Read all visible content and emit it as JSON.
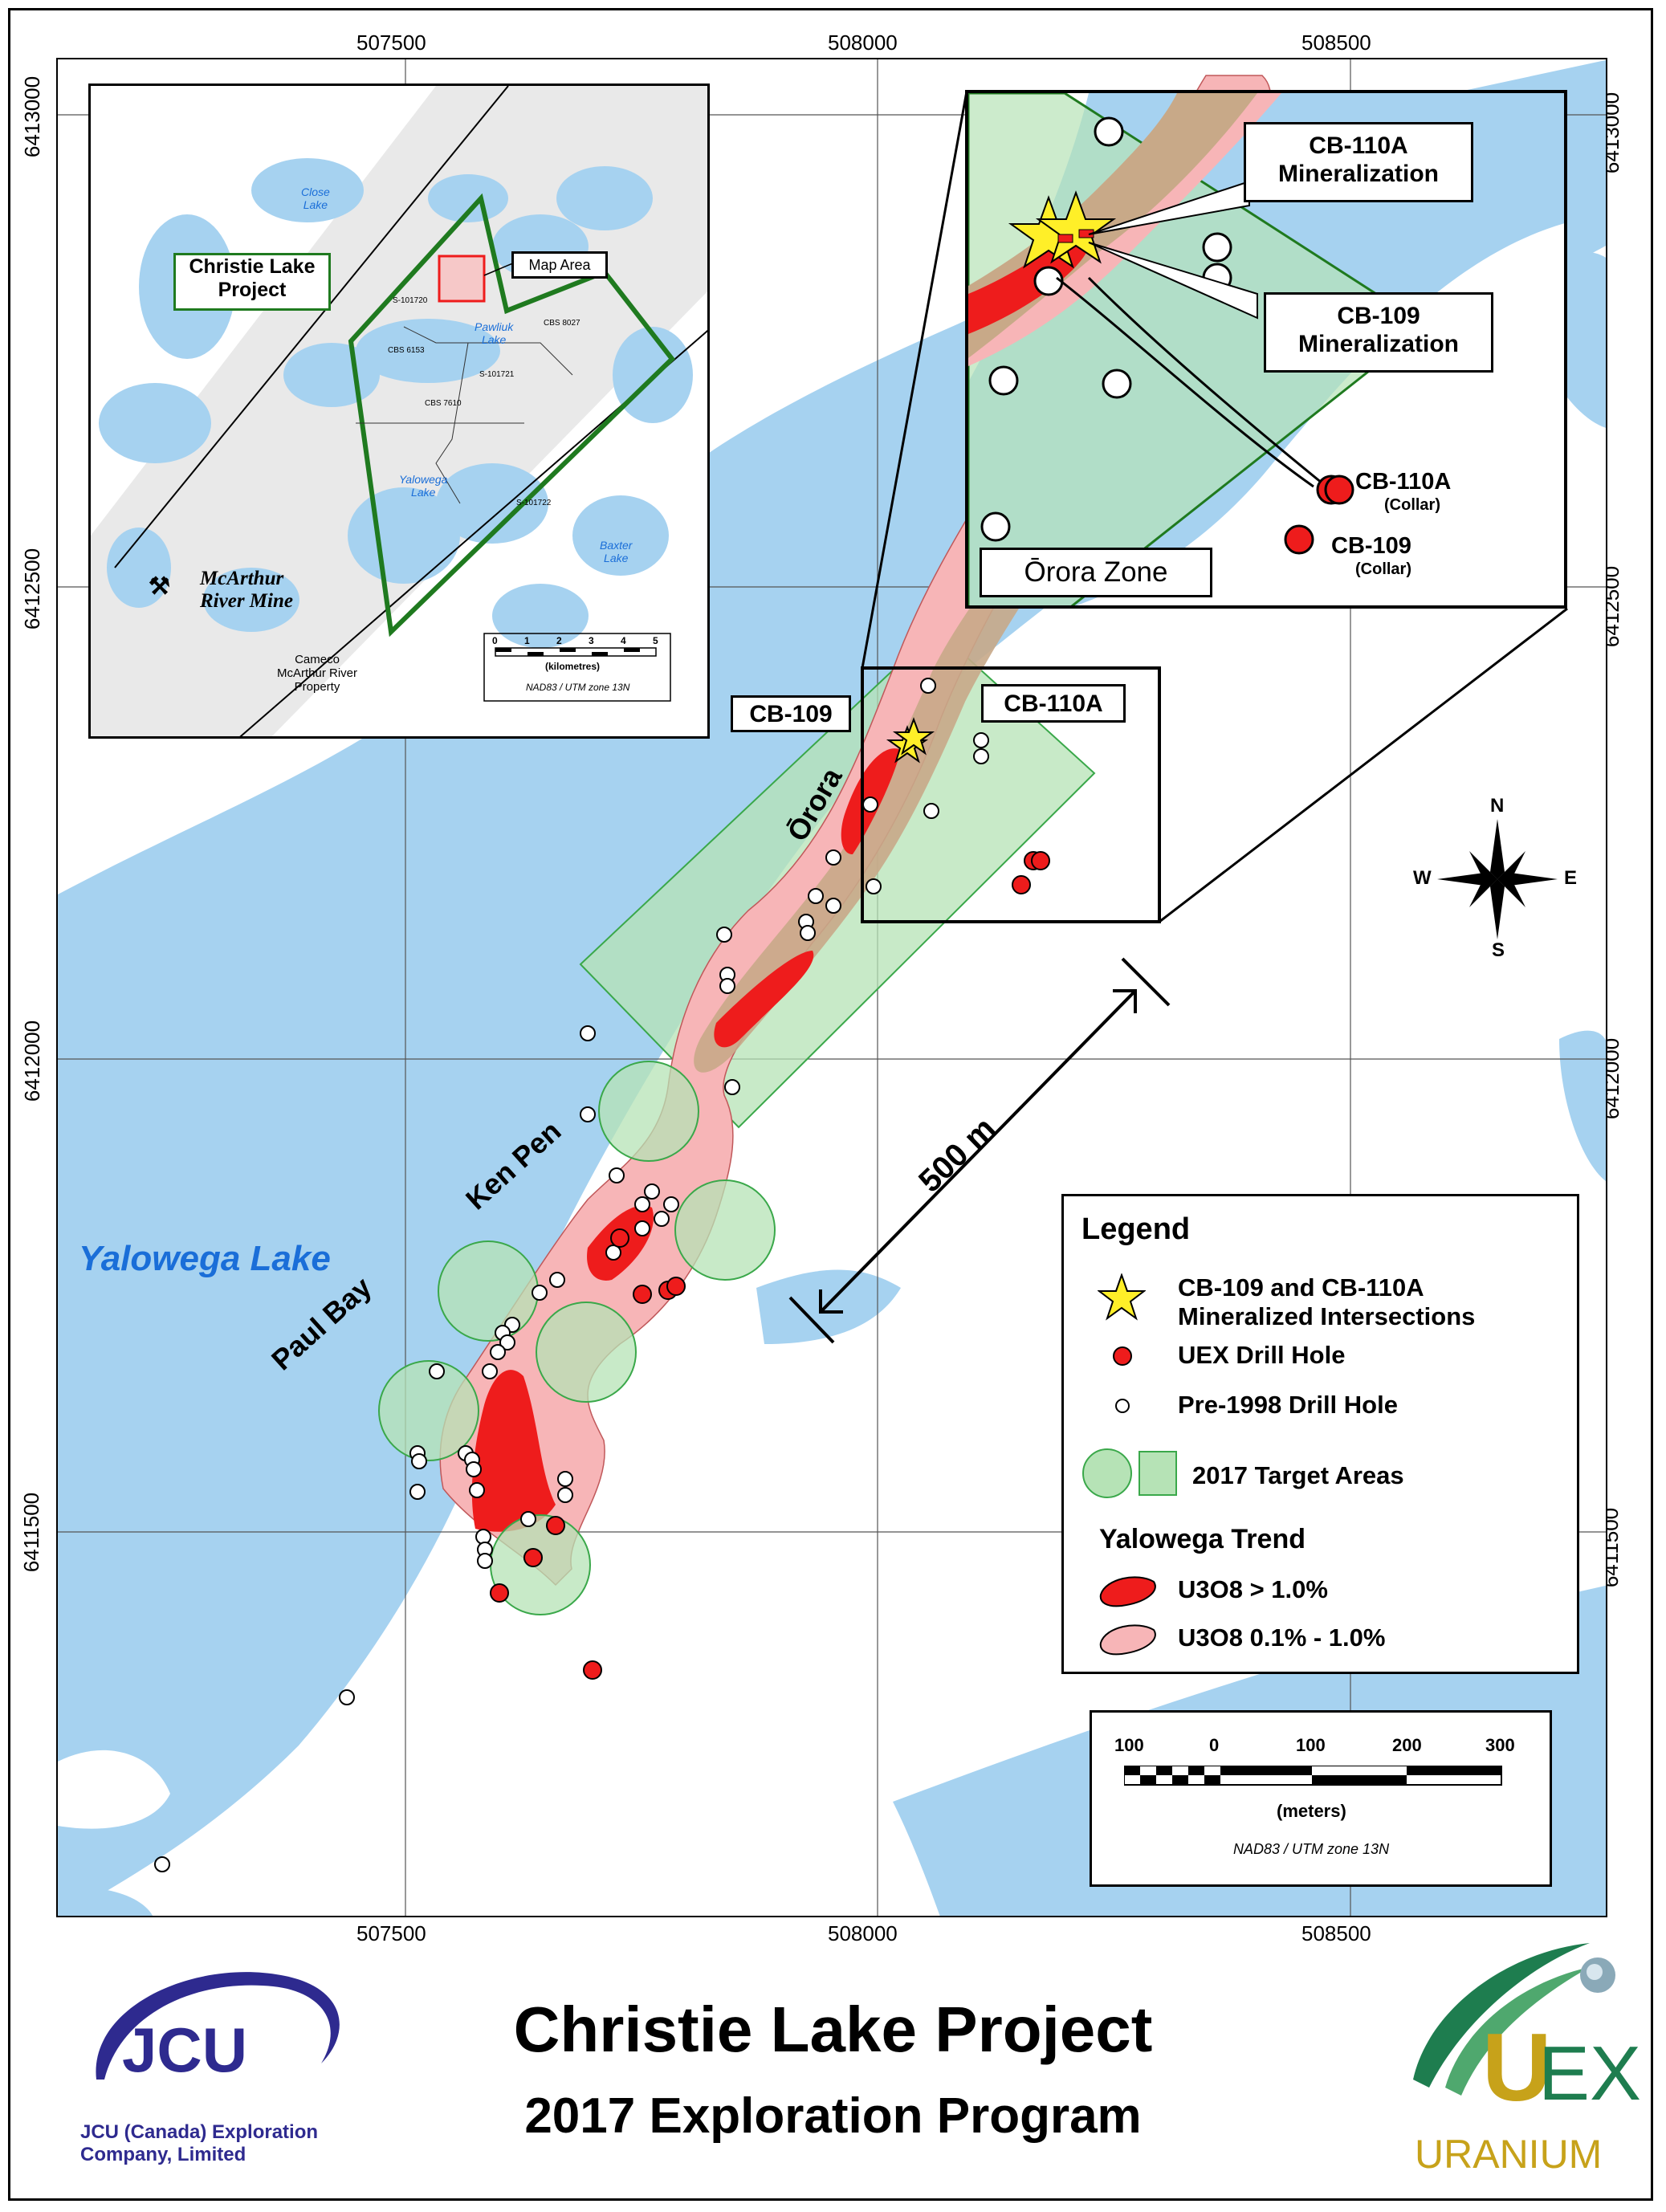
{
  "title": "Christie Lake Project",
  "subtitle": "2017 Exploration Program",
  "coords": {
    "top_x": [
      "507500",
      "508000",
      "508500"
    ],
    "bottom_x": [
      "507500",
      "508000",
      "508500"
    ],
    "left_y": [
      "6413000",
      "6412500",
      "6412000",
      "6411500"
    ],
    "right_y": [
      "6413000",
      "6412500",
      "6412000",
      "6411500"
    ]
  },
  "map_labels": {
    "lake": "Yalowega Lake",
    "paul_bay": "Paul Bay",
    "ken_pen": "Ken Pen",
    "orora": "Ōrora",
    "distance": "500 m",
    "cb109": "CB-109",
    "cb110a": "CB-110A"
  },
  "compass": {
    "n": "N",
    "s": "S",
    "e": "E",
    "w": "W"
  },
  "zoom_inset": {
    "cb110a_mineralization": "CB-110A\nMineralization",
    "cb109_mineralization": "CB-109\nMineralization",
    "cb110a_collar": "CB-110A",
    "cb110a_collar_sub": "(Collar)",
    "cb109_collar": "CB-109",
    "cb109_collar_sub": "(Collar)",
    "zone": "Ōrora Zone"
  },
  "location_inset": {
    "project": "Christie Lake\nProject",
    "map_area": "Map Area",
    "close_lake": "Close\nLake",
    "pawliuk_lake": "Pawliuk\nLake",
    "yalowega_lake": "Yalowega\nLake",
    "baxter_lake": "Baxter\nLake",
    "mine": "McArthur\nRiver Mine",
    "cameco": "Cameco\nMcArthur River\nProperty",
    "claims": [
      "S-101720",
      "CBS 8027",
      "CBS 6153",
      "S-101721",
      "CBS 7610",
      "S-101722"
    ],
    "scale_ticks": [
      "0",
      "1",
      "2",
      "3",
      "4",
      "5"
    ],
    "scale_unit": "(kilometres)",
    "datum": "NAD83 / UTM zone 13N"
  },
  "legend": {
    "heading": "Legend",
    "star": "CB-109 and CB-110A\nMineralized Intersections",
    "uex": "UEX Drill Hole",
    "pre1998": "Pre-1998 Drill Hole",
    "targets": "2017 Target Areas",
    "trend_heading": "Yalowega Trend",
    "high": "U3O8 > 1.0%",
    "low": "U3O8 0.1% - 1.0%"
  },
  "scale": {
    "ticks": [
      "100",
      "0",
      "100",
      "200",
      "300"
    ],
    "unit": "(meters)",
    "datum": "NAD83 / UTM zone 13N"
  },
  "logos": {
    "jcu": "JCU",
    "jcu_name": "JCU (Canada) Exploration\nCompany, Limited",
    "uex_u": "U",
    "uex_ex": "EX",
    "uex_word": "URANIUM"
  },
  "colors": {
    "water": "#a6d2f0",
    "land": "#ffffff",
    "high_grade": "#ee1c1c",
    "low_grade": "#f7b5b7",
    "target": "#b6e3b6",
    "target_border": "#3aa84a",
    "alteration": "#c8a988",
    "inset_border": "#1f7a1f"
  }
}
